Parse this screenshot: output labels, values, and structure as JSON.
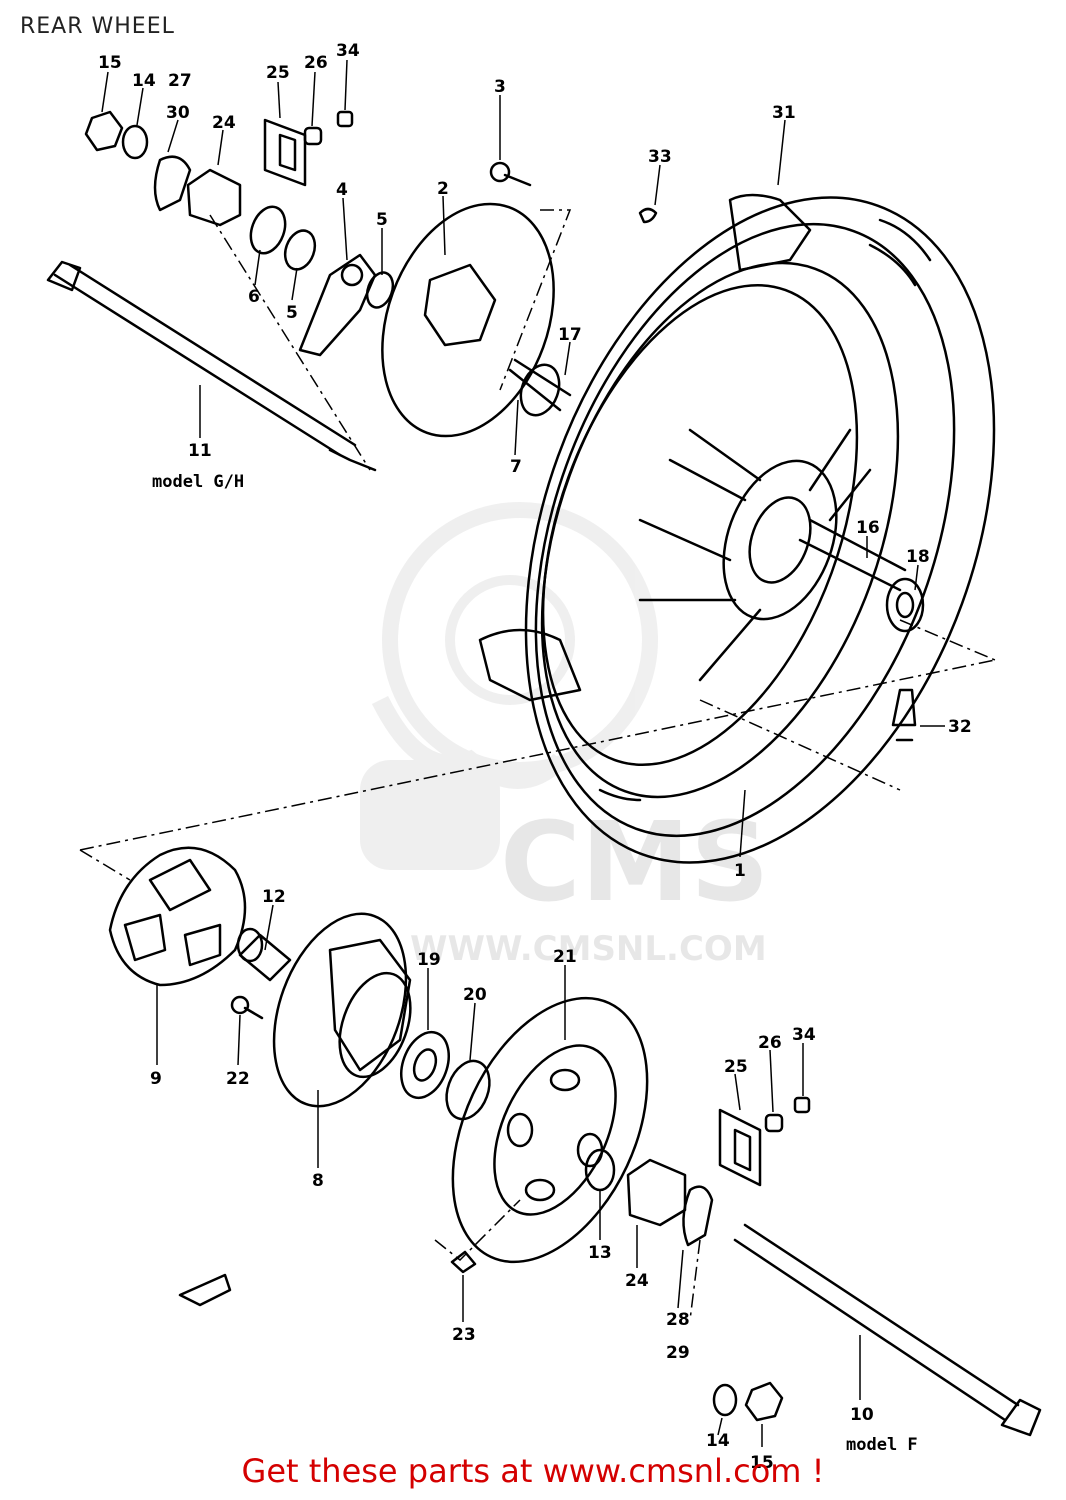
{
  "header": {
    "title": "REAR WHEEL"
  },
  "watermark": {
    "logo_text": "CMS",
    "url_text": "WWW.CMSNL.COM"
  },
  "callouts": [
    {
      "id": "c15a",
      "label": "15"
    },
    {
      "id": "c14a",
      "label": "14"
    },
    {
      "id": "c27",
      "label": "27"
    },
    {
      "id": "c30",
      "label": "30"
    },
    {
      "id": "c24a",
      "label": "24"
    },
    {
      "id": "c25a",
      "label": "25"
    },
    {
      "id": "c26a",
      "label": "26"
    },
    {
      "id": "c34a",
      "label": "34"
    },
    {
      "id": "c3",
      "label": "3"
    },
    {
      "id": "c33",
      "label": "33"
    },
    {
      "id": "c31",
      "label": "31"
    },
    {
      "id": "c2",
      "label": "2"
    },
    {
      "id": "c4",
      "label": "4"
    },
    {
      "id": "c5a",
      "label": "5"
    },
    {
      "id": "c6",
      "label": "6"
    },
    {
      "id": "c5b",
      "label": "5"
    },
    {
      "id": "c17",
      "label": "17"
    },
    {
      "id": "c7",
      "label": "7"
    },
    {
      "id": "c11",
      "label": "11"
    },
    {
      "id": "c16",
      "label": "16"
    },
    {
      "id": "c18",
      "label": "18"
    },
    {
      "id": "c32",
      "label": "32"
    },
    {
      "id": "c1",
      "label": "1"
    },
    {
      "id": "c12",
      "label": "12"
    },
    {
      "id": "c9",
      "label": "9"
    },
    {
      "id": "c22",
      "label": "22"
    },
    {
      "id": "c19",
      "label": "19"
    },
    {
      "id": "c20",
      "label": "20"
    },
    {
      "id": "c21",
      "label": "21"
    },
    {
      "id": "c8",
      "label": "8"
    },
    {
      "id": "c26b",
      "label": "26"
    },
    {
      "id": "c34b",
      "label": "34"
    },
    {
      "id": "c25b",
      "label": "25"
    },
    {
      "id": "c13",
      "label": "13"
    },
    {
      "id": "c24b",
      "label": "24"
    },
    {
      "id": "c23",
      "label": "23"
    },
    {
      "id": "c28",
      "label": "28"
    },
    {
      "id": "c29",
      "label": "29"
    },
    {
      "id": "c10",
      "label": "10"
    },
    {
      "id": "c14b",
      "label": "14"
    },
    {
      "id": "c15b",
      "label": "15"
    }
  ],
  "model_labels": {
    "upper": "model G/H",
    "lower": "model F"
  },
  "footer": {
    "text": "Get these parts at www.cmsnl.com !"
  }
}
